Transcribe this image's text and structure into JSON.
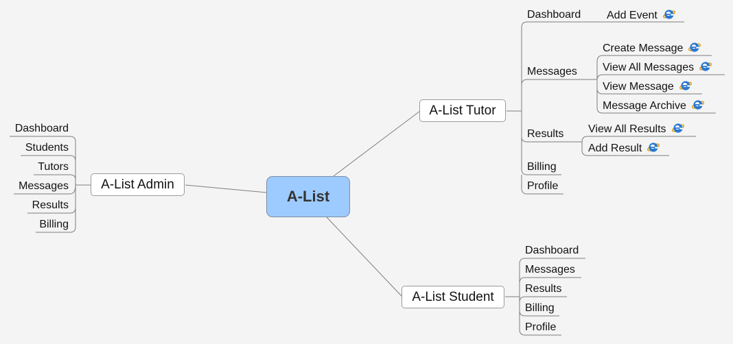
{
  "central": {
    "label": "A-List"
  },
  "branches": {
    "tutor": {
      "label": "A-List Tutor",
      "dashboard": {
        "label": "Dashboard",
        "children": [
          "Add Event"
        ]
      },
      "messages": {
        "label": "Messages",
        "children": [
          "Create Message",
          "View All Messages",
          "View Message",
          "Message Archive"
        ]
      },
      "results": {
        "label": "Results",
        "children": [
          "View All Results",
          "Add Result"
        ]
      },
      "billing": {
        "label": "Billing"
      },
      "profile": {
        "label": "Profile"
      }
    },
    "admin": {
      "label": "A-List Admin",
      "items": [
        "Dashboard",
        "Students",
        "Tutors",
        "Messages",
        "Results",
        "Billing"
      ]
    },
    "student": {
      "label": "A-List Student",
      "items": [
        "Dashboard",
        "Messages",
        "Results",
        "Billing",
        "Profile"
      ]
    }
  },
  "icons": {
    "link": "internet-explorer-icon"
  },
  "colors": {
    "central_fill": "#9ecbff",
    "connector": "#7d7d7d",
    "icon_blue": "#2a78d0"
  }
}
